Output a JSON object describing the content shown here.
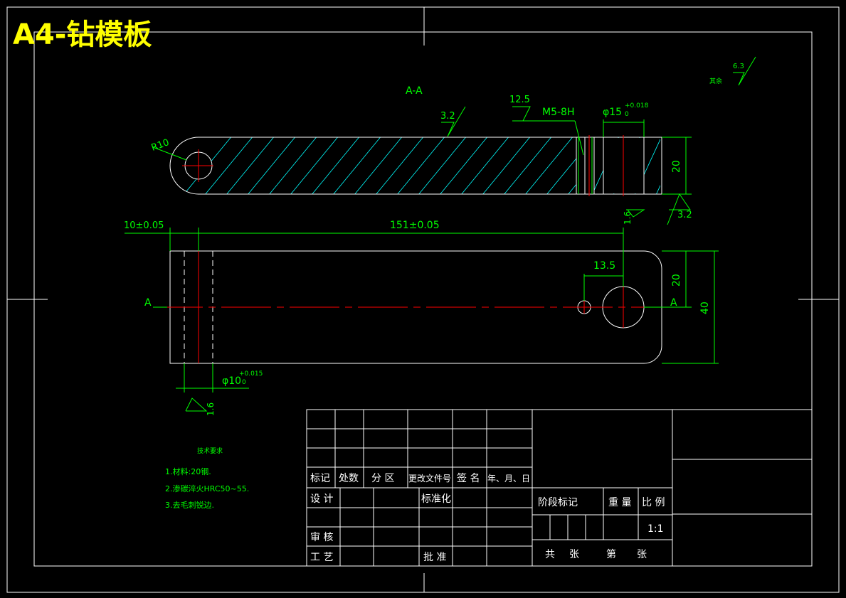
{
  "title": "A4-钻模板",
  "section_label": "A-A",
  "colors": {
    "outline": "#ffffff",
    "dimension": "#00ff00",
    "center_line": "#ff0000",
    "hatch": "#00ffff",
    "title": "#ffff00",
    "background": "#000000"
  },
  "roughness": {
    "top_right_value": "6.3",
    "top_right_note": "其余",
    "hatch_face": "3.2",
    "thread_face": "12.5",
    "bore_face": "1.6",
    "right_face": "3.2",
    "plan_hole": "1.6"
  },
  "section_dims": {
    "radius": "R10",
    "thread": "M5-8H",
    "bore_dia": "φ15",
    "bore_tol_upper": "+0.018",
    "bore_tol_lower": "0",
    "thickness": "20"
  },
  "plan_dims": {
    "left_offset": "10±0.05",
    "length": "151±0.05",
    "small_hole_offset": "13.5",
    "half_width": "20",
    "width": "40",
    "hole_dia": "φ10",
    "hole_tol_upper": "+0.015",
    "hole_tol_lower": "0",
    "section_mark_left": "A",
    "section_mark_right": "A"
  },
  "tech_req": {
    "heading": "技术要求",
    "line1": "1.材料:20钢.",
    "line2": "2.渗碳淬火HRC50~55.",
    "line3": "3.去毛刺锐边."
  },
  "title_block": {
    "mark": "标记",
    "count": "处数",
    "zone": "分 区",
    "change_doc": "更改文件号",
    "signature": "签 名",
    "date": "年、月、日",
    "design": "设 计",
    "standardize": "标准化",
    "stage_mark": "阶段标记",
    "weight": "重 量",
    "scale": "比 例",
    "scale_value": "1:1",
    "review": "审 核",
    "process": "工 艺",
    "approve": "批 准",
    "sheets_total": "共",
    "sheets_unit1": "张",
    "sheet_no": "第",
    "sheets_unit2": "张"
  }
}
